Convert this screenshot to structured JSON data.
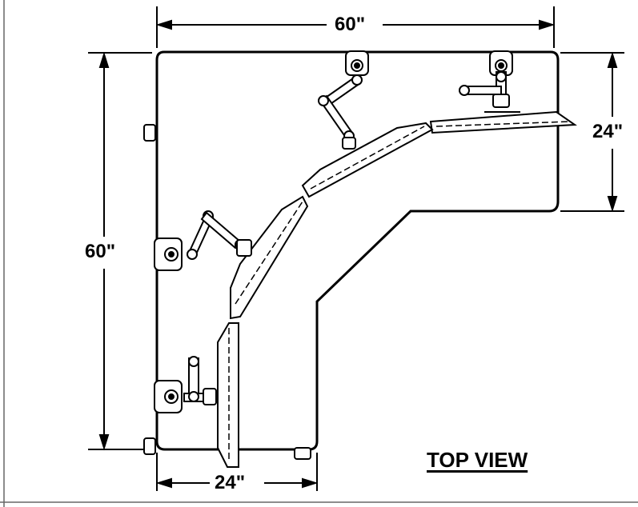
{
  "drawing": {
    "view_title": "TOP VIEW",
    "dimensions": {
      "top_width": "60\"",
      "left_height": "60\"",
      "right_depth": "24\"",
      "bottom_depth": "24\""
    }
  }
}
